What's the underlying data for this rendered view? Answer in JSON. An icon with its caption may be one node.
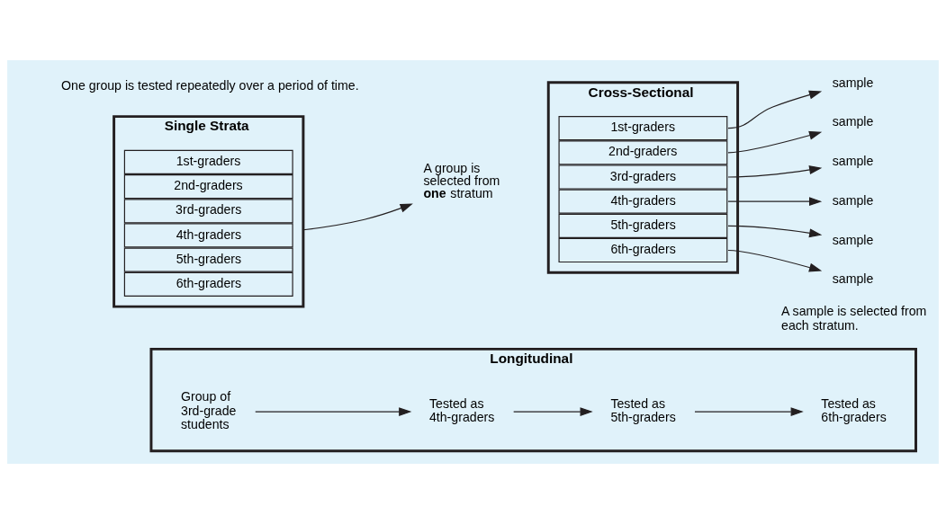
{
  "diagram": {
    "nodes": [
      {
        "text": [
          "Single Strata"
        ]
      },
      {
        "text": [
          "1st-graders"
        ],
        "in": 0
      },
      {
        "text": [
          "2nd-graders"
        ],
        "in": 0
      },
      {
        "text": [
          "3rd-graders"
        ],
        "in": 0
      },
      {
        "text": [
          "4th-graders"
        ],
        "in": 0
      },
      {
        "text": [
          "5th-graders"
        ],
        "in": 0
      },
      {
        "text": [
          "6th-graders"
        ],
        "in": 0
      },
      {
        "text": [
          "A group is selected from **one** stratum"
        ]
      },
      {
        "text": [
          "Cross-Sectional"
        ]
      },
      {
        "text": [
          "1st-graders"
        ],
        "in": 8
      },
      {
        "text": [
          "2nd-graders"
        ],
        "in": 8
      },
      {
        "text": [
          "3rd-graders"
        ],
        "in": 8
      },
      {
        "text": [
          "4th-graders"
        ],
        "in": 8
      },
      {
        "text": [
          "5th-graders"
        ],
        "in": 8
      },
      {
        "text": [
          "6th-graders"
        ],
        "in": 8
      },
      {
        "text": [
          "sample"
        ]
      },
      {
        "text": [
          "sample"
        ]
      },
      {
        "text": [
          "sample"
        ]
      },
      {
        "text": [
          "sample"
        ]
      },
      {
        "text": [
          "sample"
        ]
      },
      {
        "text": [
          "sample"
        ]
      },
      {
        "text": [
          "Longitudinal"
        ]
      },
      {
        "text": [
          "Group of 3rd-grade students"
        ],
        "in": 21
      },
      {
        "text": [
          "Tested as 4th-graders"
        ],
        "in": 21
      },
      {
        "text": [
          "Tested as 5th-graders"
        ],
        "in": 21
      },
      {
        "text": [
          "Tested as 6th-graders"
        ],
        "in": 21
      }
    ],
    "edges": [
      {
        "from": 0,
        "to": 7,
        "arrow": "to"
      },
      {
        "from": 9,
        "to": 15,
        "arrow": "to"
      },
      {
        "from": 10,
        "to": 16,
        "arrow": "to"
      },
      {
        "from": 11,
        "to": 17,
        "arrow": "to"
      },
      {
        "from": 12,
        "to": 18,
        "arrow": "to"
      },
      {
        "from": 13,
        "to": 19,
        "arrow": "to"
      },
      {
        "from": 14,
        "to": 20,
        "arrow": "to"
      },
      {
        "from": 22,
        "to": 23,
        "arrow": "to"
      },
      {
        "from": 23,
        "to": 24,
        "arrow": "to"
      },
      {
        "from": 24,
        "to": 25,
        "arrow": "to"
      }
    ],
    "labels": [
      "A sample is selected from each stratum.",
      "One group is tested repeatedly over a period of time."
    ]
  }
}
